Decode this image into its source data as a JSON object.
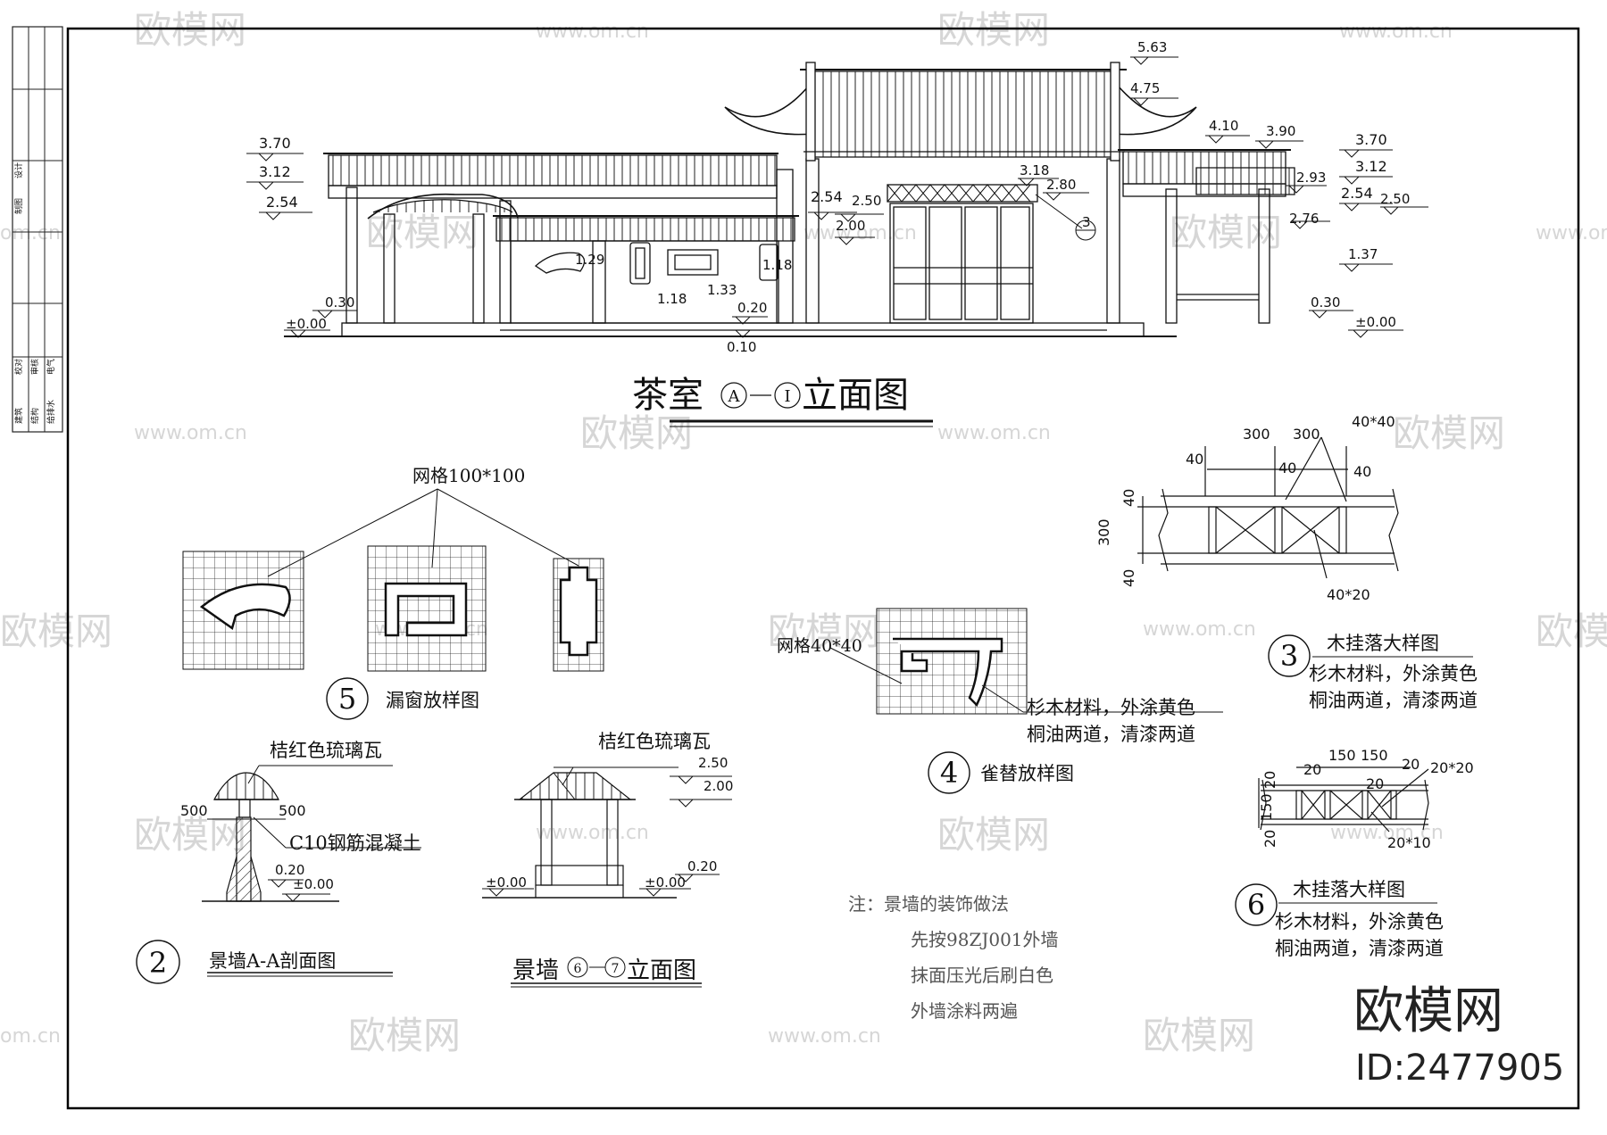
{
  "watermark": {
    "text": "欧模网",
    "url": "www.om.cn",
    "url_partial": "om.cn"
  },
  "main_elevation": {
    "title_pre": "茶室",
    "title_from": "A",
    "title_to": "I",
    "title_post": "立面图",
    "callout": "3",
    "levels": {
      "l_370": "3.70",
      "l_312": "3.12",
      "l_254": "2.54",
      "l_030": "0.30",
      "l_000": "±0.00",
      "c_254": "2.54",
      "c_250": "2.50",
      "c_200": "2.00",
      "c_129": "1.29",
      "c_118a": "1.18",
      "c_133": "1.33",
      "c_118b": "1.18",
      "c_020": "0.20",
      "c_010": "0.10",
      "m_318": "3.18",
      "m_280": "2.80",
      "m_563": "5.63",
      "m_475": "4.75",
      "r_410": "4.10",
      "r_390": "3.90",
      "r_370": "3.70",
      "r_312": "3.12",
      "r_293": "2.93",
      "r_254": "2.54",
      "r_250": "2.50",
      "r_276": "2.76",
      "r_137": "1.37",
      "r_030": "0.30",
      "r_000": "±0.00"
    }
  },
  "detail_5": {
    "number": "5",
    "title": "漏窗放样图",
    "grid_label": "网格100*100"
  },
  "detail_4": {
    "number": "4",
    "title": "雀替放样图",
    "grid_label": "网格40*40",
    "material_1": "杉木材料，外涂黄色",
    "material_2": "桐油两道，清漆两道"
  },
  "detail_3": {
    "number": "3",
    "title": "木挂落大样图",
    "material_1": "杉木材料，外涂黄色",
    "material_2": "桐油两道，清漆两道",
    "d_300a": "300",
    "d_300b": "300",
    "d_4040": "40*40",
    "d_40a": "40",
    "d_40b": "40",
    "d_40c": "40",
    "d_40v1": "40",
    "d_300v": "300",
    "d_40v2": "40",
    "d_4020": "40*20"
  },
  "detail_6": {
    "number": "6",
    "title": "木挂落大样图",
    "material_1": "杉木材料，外涂黄色",
    "material_2": "桐油两道，清漆两道",
    "d_150a": "150",
    "d_150b": "150",
    "d_20a": "20",
    "d_20b": "20",
    "d_20c": "20",
    "d_2020": "20*20",
    "d_2010": "20*10",
    "d_20v1": "20",
    "d_150v": "150",
    "d_20v2": "20"
  },
  "detail_2": {
    "number": "2",
    "title": "景墙A-A剖面图",
    "tile_label": "桔红色琉璃瓦",
    "concrete_label": "C10钢筋混凝土",
    "d_500a": "500",
    "d_500b": "500",
    "l_020": "0.20",
    "l_000": "±0.00"
  },
  "wall_elevation": {
    "title_pre": "景墙",
    "title_from": "6",
    "title_to": "7",
    "title_post": "立面图",
    "tile_label": "桔红色琉璃瓦",
    "l_250": "2.50",
    "l_200": "2.00",
    "l_000a": "±0.00",
    "l_000b": "±0.00",
    "l_020": "0.20"
  },
  "notes": {
    "head": "注：景墙的装饰做法",
    "line1": "先按98ZJ001外墙",
    "line2": "抹面压光后刷白色",
    "line3": "外墙涂料两遍"
  },
  "titleblock": {
    "c1": "设计",
    "c2": "制图",
    "c3": "校对",
    "c4": "审核",
    "c5": "建筑",
    "c6": "结构",
    "c7": "电气",
    "c8": "给排水"
  },
  "brand": {
    "name": "欧模网",
    "id": "ID:2477905"
  }
}
